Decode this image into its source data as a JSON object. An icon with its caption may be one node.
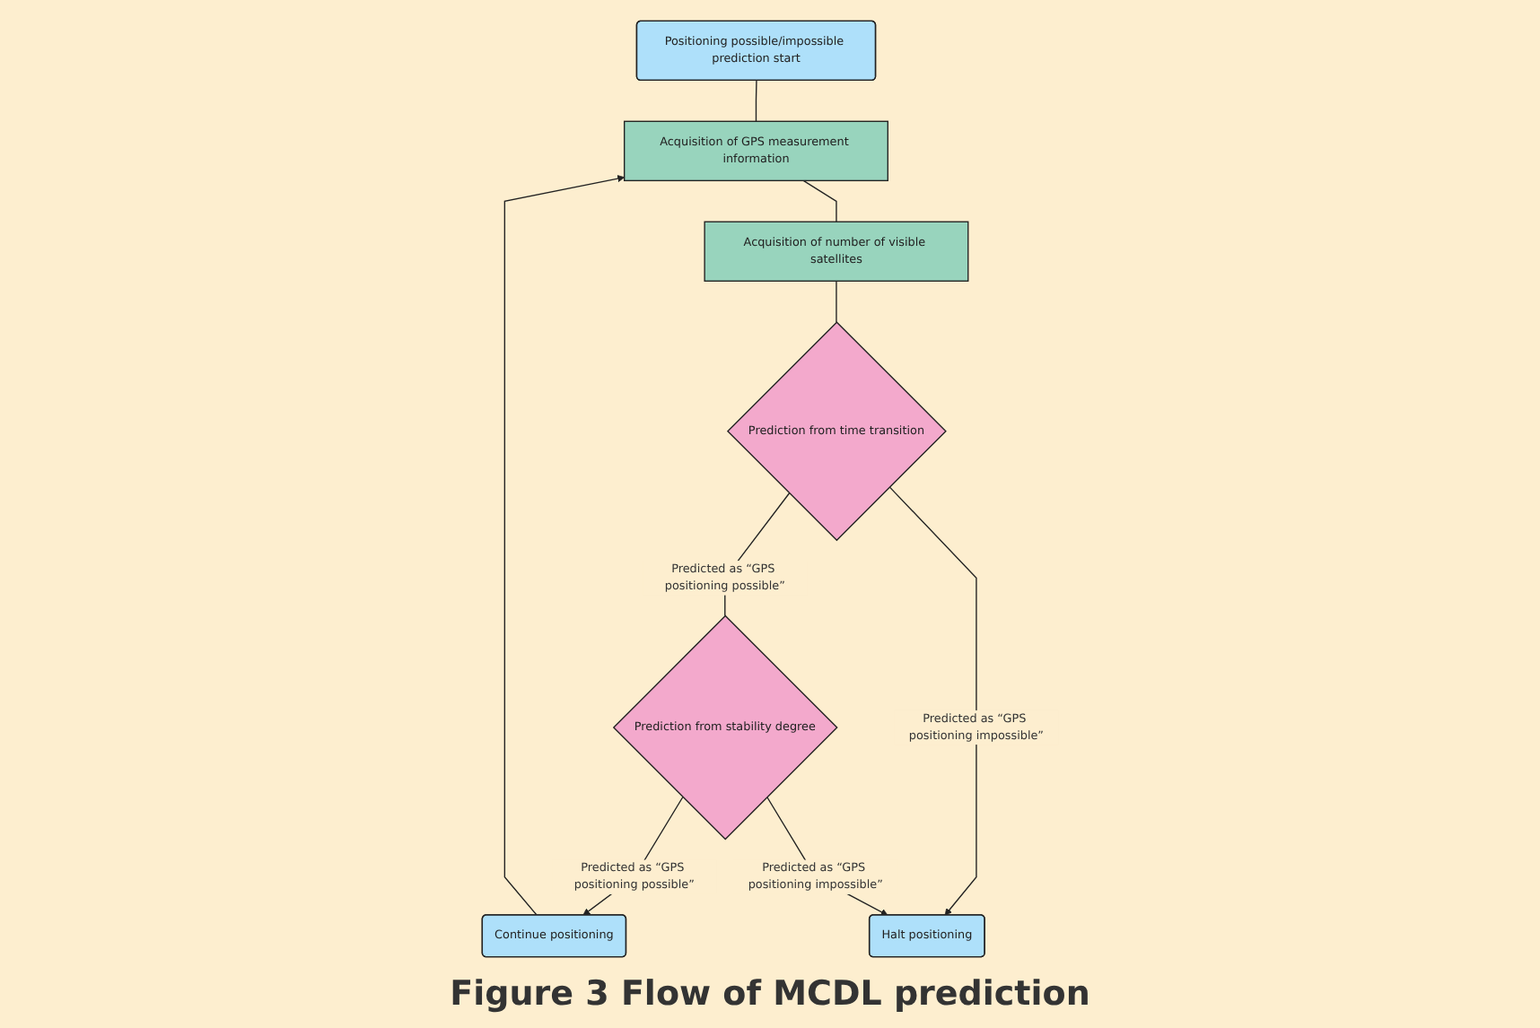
{
  "diagram": {
    "caption": "Figure 3  Flow of MCDL prediction",
    "nodes": [
      {
        "text": [
          "Positioning possible/impossible prediction start"
        ]
      },
      {
        "text": [
          "Acquisition of GPS measurement information"
        ]
      },
      {
        "text": [
          "Acquisition of number of visible satellites"
        ]
      },
      {
        "text": [
          "Prediction from time transition"
        ]
      },
      {
        "text": [
          "Prediction from stability degree"
        ]
      },
      {
        "text": [
          "Continue positioning"
        ]
      },
      {
        "text": [
          "Halt positioning"
        ]
      }
    ],
    "edges": [
      {
        "from": 0,
        "to": 1,
        "arrow": "none"
      },
      {
        "from": 1,
        "to": 2,
        "arrow": "none"
      },
      {
        "from": 2,
        "to": 3,
        "arrow": "none"
      },
      {
        "from": 3,
        "to": 4,
        "arrow": "none",
        "label": "Predicted as “GPS positioning possible”"
      },
      {
        "from": 4,
        "to": 5,
        "arrow": "to",
        "label": "Predicted as “GPS positioning possible”"
      },
      {
        "from": 3,
        "to": 6,
        "arrow": "to",
        "label": "Predicted as “GPS positioning impossible”"
      },
      {
        "from": 4,
        "to": 6,
        "arrow": "to",
        "label": "Predicted as “GPS positioning impossible”"
      },
      {
        "from": 5,
        "to": 1,
        "arrow": "to"
      }
    ]
  }
}
